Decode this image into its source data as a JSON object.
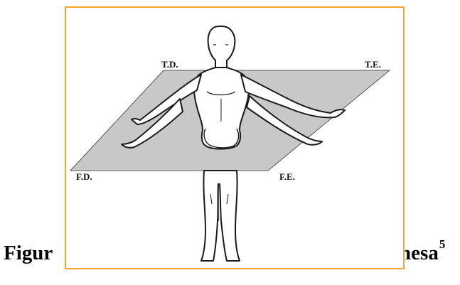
{
  "figure": {
    "labels": {
      "top_right_side": "T.D.",
      "top_left_side": "T.E.",
      "front_right_side": "F.D.",
      "front_left_side": "F.E."
    },
    "colors": {
      "frame_border": "#f0a830",
      "plane_fill": "#c8c8c8",
      "outline": "#1a1a1a"
    }
  },
  "caption": {
    "left_fragment": "Figur",
    "right_fragment": "mesa",
    "superscript": "5"
  }
}
